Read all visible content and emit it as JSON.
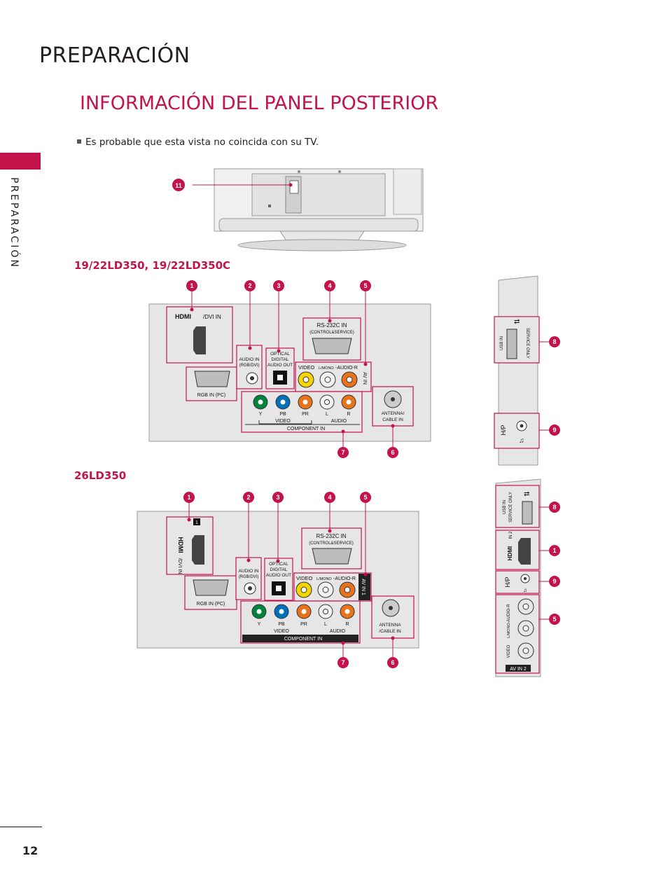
{
  "header": {
    "section_title": "PREPARACIÓN",
    "page_title": "INFORMACIÓN DEL PANEL POSTERIOR",
    "note": "Es probable que esta vista no coincida con su TV.",
    "side_label": "PREPARACIÓN"
  },
  "models": {
    "first": "19/22LD350, 19/22LD350C",
    "second": "26LD350"
  },
  "callouts": {
    "n1": "1",
    "n2": "2",
    "n3": "3",
    "n4": "4",
    "n5": "5",
    "n6": "6",
    "n7": "7",
    "n8": "8",
    "n9": "9",
    "n11": "11"
  },
  "ports": {
    "hdmi_dvi": "/DVI IN",
    "hdmi_logo": "HDMI",
    "rgb_pc": "RGB IN (PC)",
    "audio_in": "AUDIO IN",
    "audio_in_sub": "(RGB/DVI)",
    "optical": "OPTICAL",
    "digital": "DIGITAL",
    "audio_out": "AUDIO OUT",
    "rs232c": "RS-232C IN",
    "rs232c_sub": "(CONTROL&SERVICE)",
    "video": "VIDEO",
    "lmono": "L/MONO",
    "audio_r": "-AUDIO-R",
    "av_in": "AV IN",
    "av_in1": "AV IN 1",
    "av_in2": "AV IN 2",
    "y": "Y",
    "pb": "PB",
    "pr": "PR",
    "l": "L",
    "r": "R",
    "video_lbl": "VIDEO",
    "audio_lbl": "AUDIO",
    "component_in": "COMPONENT IN",
    "antenna": "ANTENNA/",
    "cable_in": "CABLE IN",
    "antenna2": "ANTENNA",
    "cable_in2": "/CABLE IN",
    "usb_in": "USB IN",
    "service_only": "SERVICE ONLY",
    "hp": "H/P",
    "in2": "IN 2",
    "hdmi_one": "1"
  },
  "footer": {
    "page_number": "12"
  },
  "colors": {
    "accent": "#c4134b",
    "panel": "#e6e6e6",
    "yellow": "#f5d400",
    "green": "#00843d",
    "blue": "#0070b8",
    "orange": "#e8731a",
    "white": "#f2f2f2"
  }
}
